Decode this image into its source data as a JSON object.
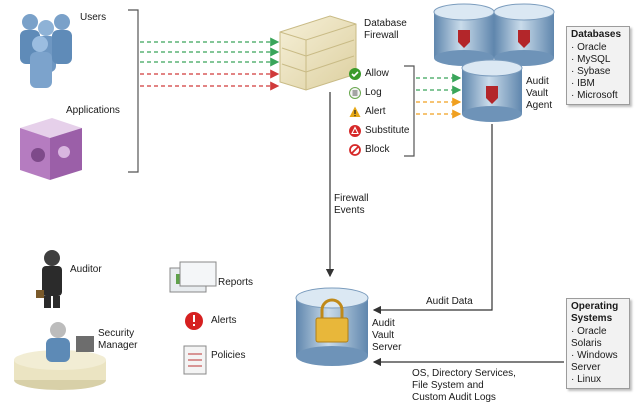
{
  "labels": {
    "users": "Users",
    "applications": "Applications",
    "firewall": "Database\nFirewall",
    "agent": "Audit\nVault\nAgent",
    "firewall_events": "Firewall\nEvents",
    "audit_data": "Audit Data",
    "server": "Audit\nVault\nServer",
    "os_sources": "OS, Directory Services,\nFile System and\nCustom Audit Logs",
    "auditor": "Auditor",
    "security_manager": "Security\nManager",
    "reports": "Reports",
    "alerts": "Alerts",
    "policies": "Policies"
  },
  "actions": [
    {
      "label": "Allow",
      "icon": "check-icon",
      "color": "#3a9a2a"
    },
    {
      "label": "Log",
      "icon": "log-icon",
      "color": "#6aa84f"
    },
    {
      "label": "Alert",
      "icon": "warning-icon",
      "color": "#e6a817"
    },
    {
      "label": "Substitute",
      "icon": "substitute-icon",
      "color": "#d62828"
    },
    {
      "label": "Block",
      "icon": "block-icon",
      "color": "#d62828"
    }
  ],
  "databases_box": {
    "title": "Databases",
    "items": [
      "· Oracle",
      "· MySQL",
      "· Sybase",
      "· IBM",
      "· Microsoft"
    ]
  },
  "os_box": {
    "title": "Operating\nSystems",
    "items": [
      "· Oracle\n  Solaris",
      "· Windows\n  Server",
      "· Linux"
    ]
  },
  "colors": {
    "allow_arrow": "#3aa55a",
    "alert_arrow": "#f0a020",
    "block_arrow": "#d03a3a",
    "cylinder": "#8fb0d0",
    "bracket": "#555555"
  }
}
